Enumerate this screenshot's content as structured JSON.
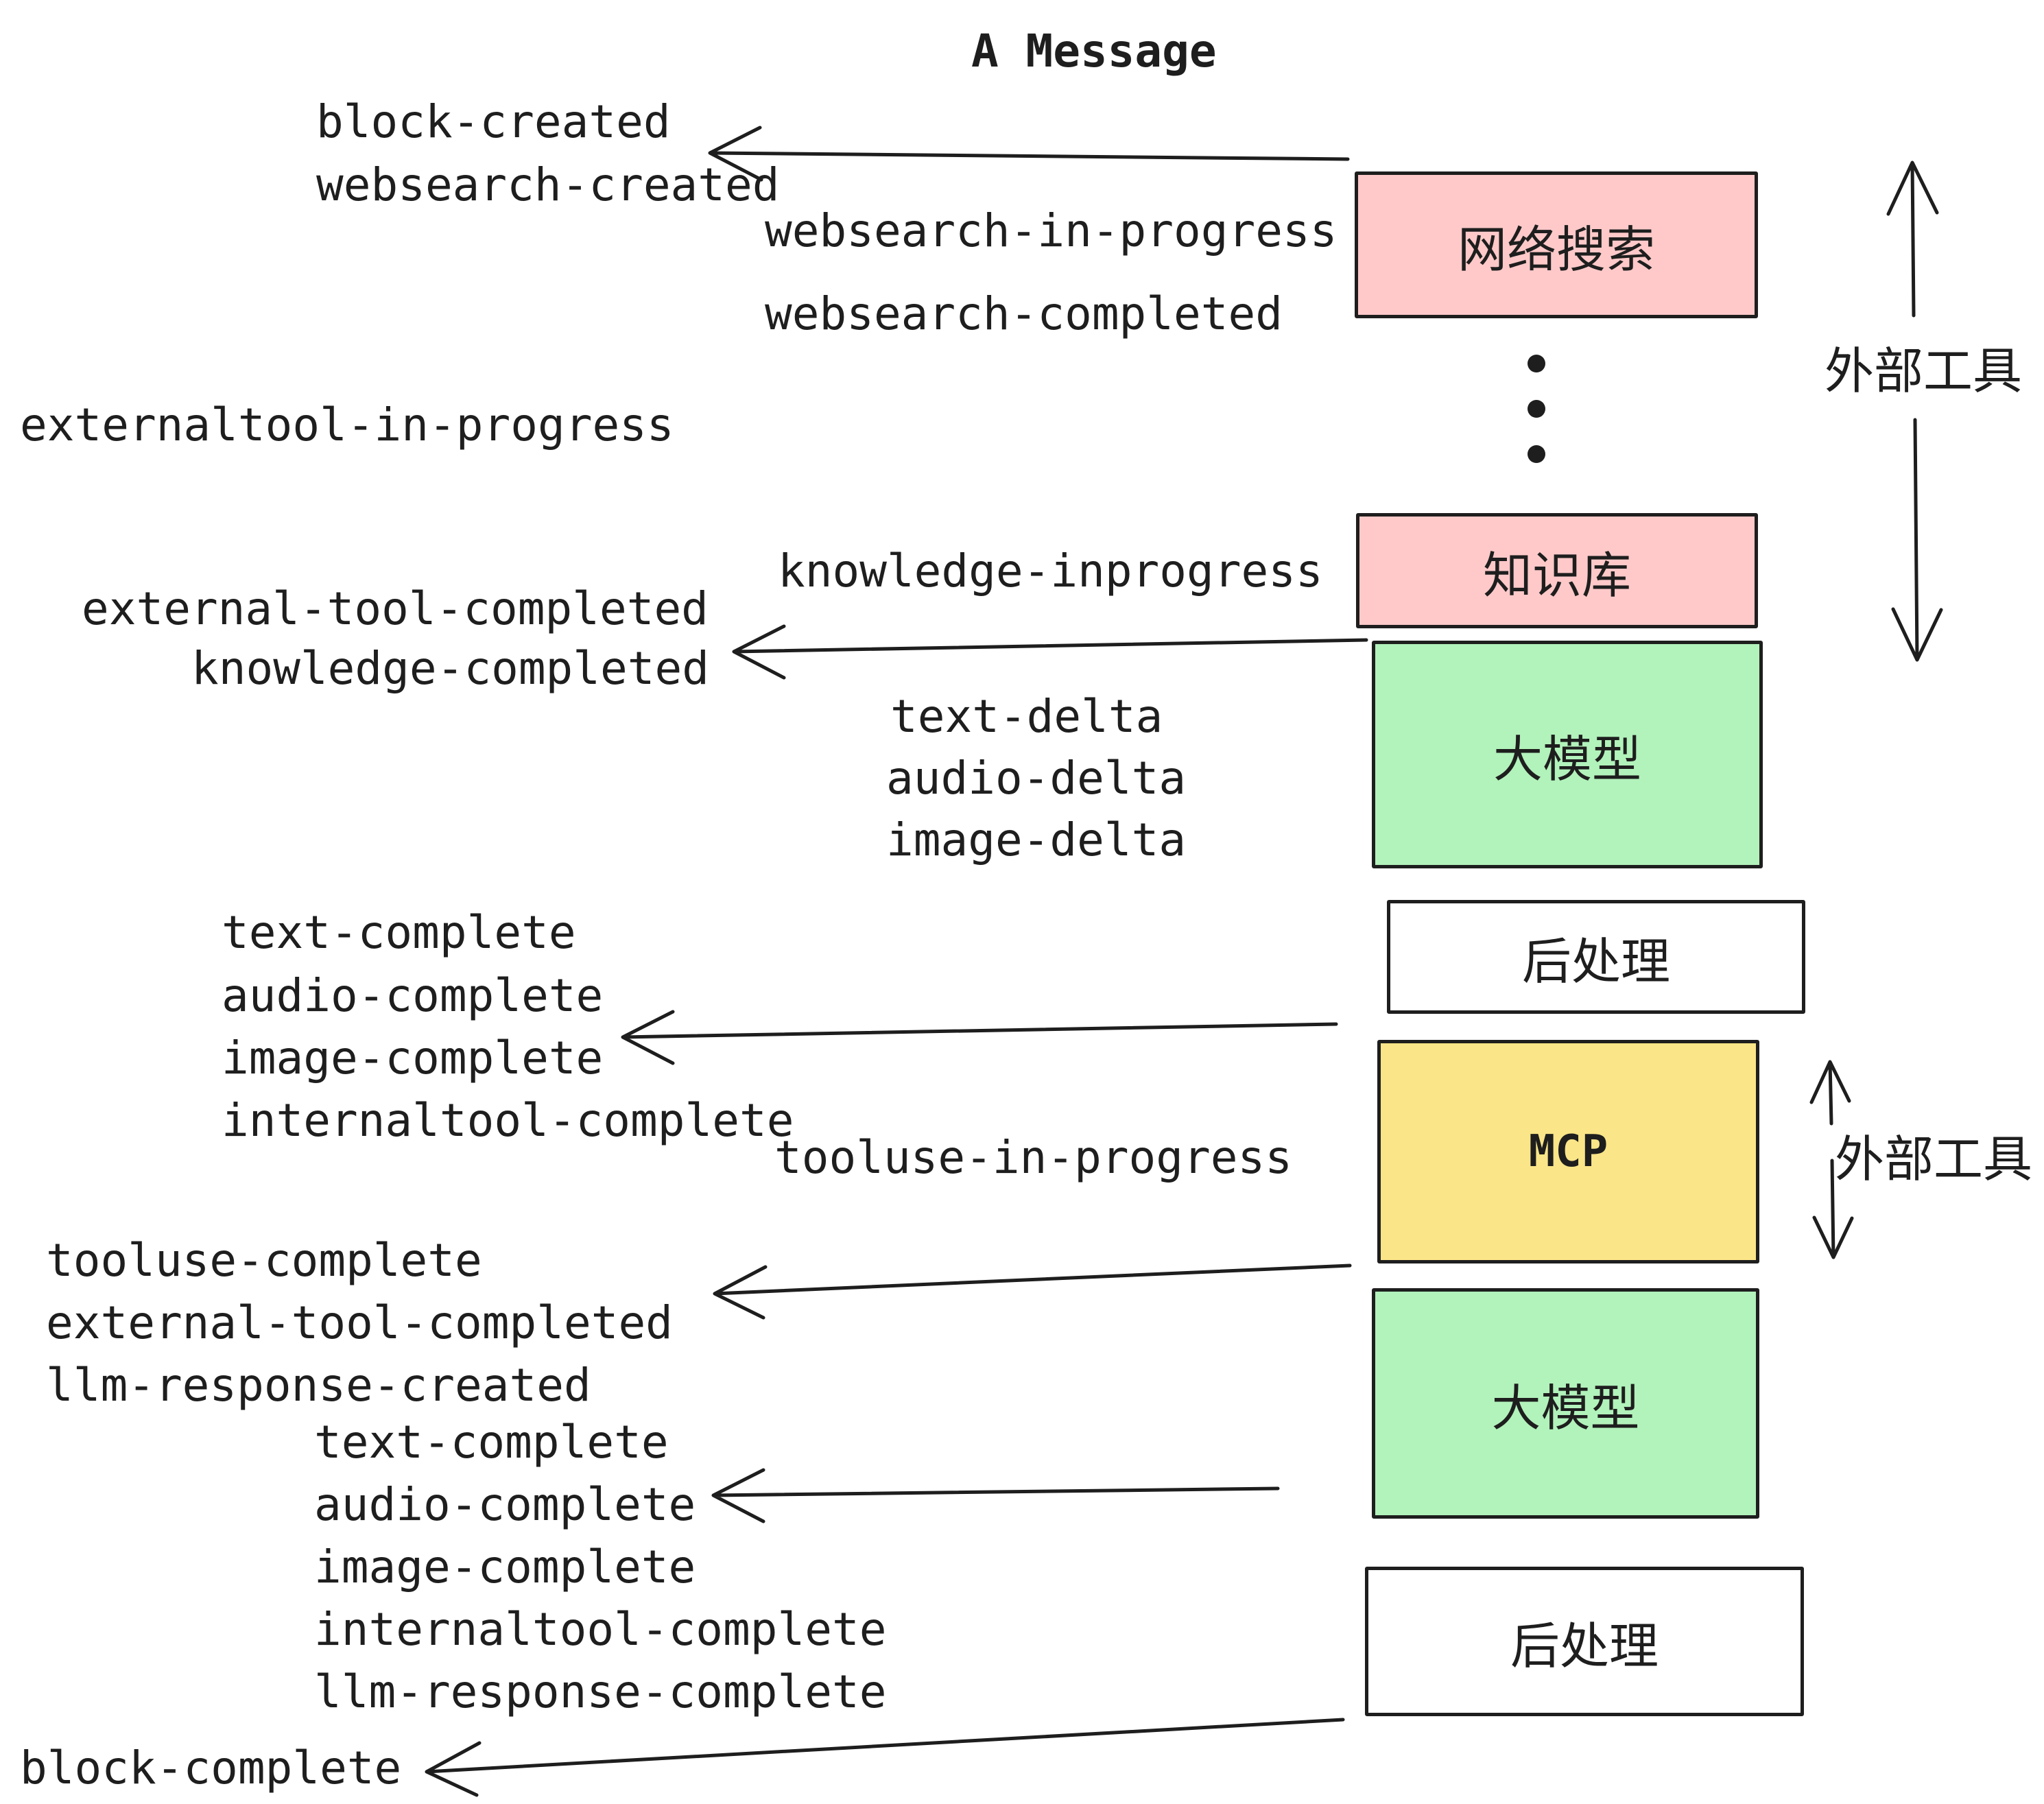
{
  "title": "A Message",
  "colors": {
    "stroke": "#1e1e1e",
    "pink_fill": "#FFC9C9",
    "green_fill": "#B2F2BB",
    "yellow_fill": "#FAE588",
    "white_fill": "#ffffff",
    "background": "#ffffff"
  },
  "boxes": [
    {
      "id": "websearch",
      "label": "网络搜索",
      "fill": "#FFC9C9"
    },
    {
      "id": "knowledge",
      "label": "知识库",
      "fill": "#FFC9C9"
    },
    {
      "id": "llm-1",
      "label": "大模型",
      "fill": "#B2F2BB"
    },
    {
      "id": "postprocess-1",
      "label": "后处理",
      "fill": "#ffffff"
    },
    {
      "id": "mcp",
      "label": "MCP",
      "fill": "#FAE588"
    },
    {
      "id": "llm-2",
      "label": "大模型",
      "fill": "#B2F2BB"
    },
    {
      "id": "postprocess-2",
      "label": "后处理",
      "fill": "#ffffff"
    }
  ],
  "side_labels": [
    {
      "text": "外部工具"
    },
    {
      "text": "外部工具"
    }
  ],
  "events": [
    {
      "text": "block-created"
    },
    {
      "text": "websearch-created"
    },
    {
      "text": "websearch-in-progress"
    },
    {
      "text": "websearch-completed"
    },
    {
      "text": "externaltool-in-progress"
    },
    {
      "text": "knowledge-inprogress"
    },
    {
      "text": "external-tool-completed"
    },
    {
      "text": "knowledge-completed"
    },
    {
      "text": "text-delta"
    },
    {
      "text": "audio-delta"
    },
    {
      "text": "image-delta"
    },
    {
      "text": "text-complete"
    },
    {
      "text": "audio-complete"
    },
    {
      "text": "image-complete"
    },
    {
      "text": "internaltool-complete"
    },
    {
      "text": "tooluse-in-progress"
    },
    {
      "text": "tooluse-complete"
    },
    {
      "text": "external-tool-completed"
    },
    {
      "text": "llm-response-created"
    },
    {
      "text": "text-complete"
    },
    {
      "text": "audio-complete"
    },
    {
      "text": "image-complete"
    },
    {
      "text": "internaltool-complete"
    },
    {
      "text": "llm-response-complete"
    },
    {
      "text": "block-complete"
    }
  ]
}
